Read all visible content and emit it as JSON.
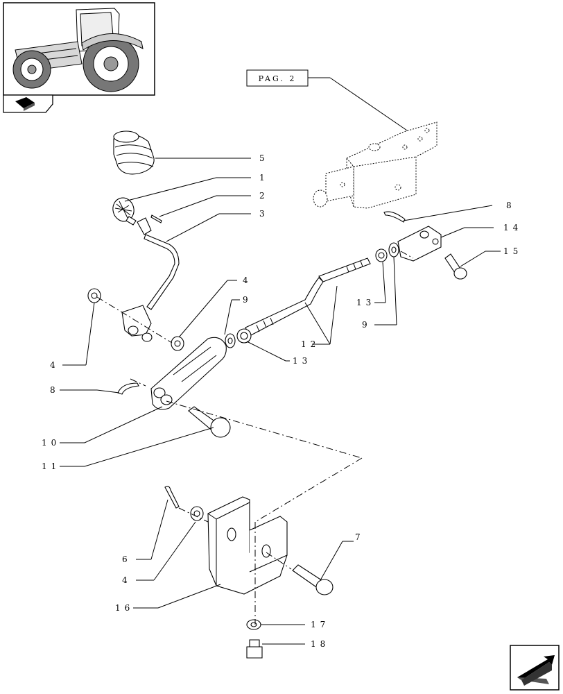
{
  "page_reference": "PAG. 2",
  "callouts": {
    "c1": "1",
    "c2": "2",
    "c3": "3",
    "c4a": "4",
    "c4b": "4",
    "c4c": "4",
    "c5": "5",
    "c6": "6",
    "c7": "7",
    "c8a": "8",
    "c8b": "8",
    "c9a": "9",
    "c9b": "9",
    "c10": "10",
    "c11": "11",
    "c12": "12",
    "c13a": "13",
    "c13b": "13",
    "c14": "14",
    "c15": "15",
    "c16": "16",
    "c17": "17",
    "c18": "18"
  },
  "icons": {
    "thumbnail": "tractor-thumbnail-icon",
    "section_marker": "section-marker-icon",
    "navigation": "next-page-arrow-icon"
  }
}
